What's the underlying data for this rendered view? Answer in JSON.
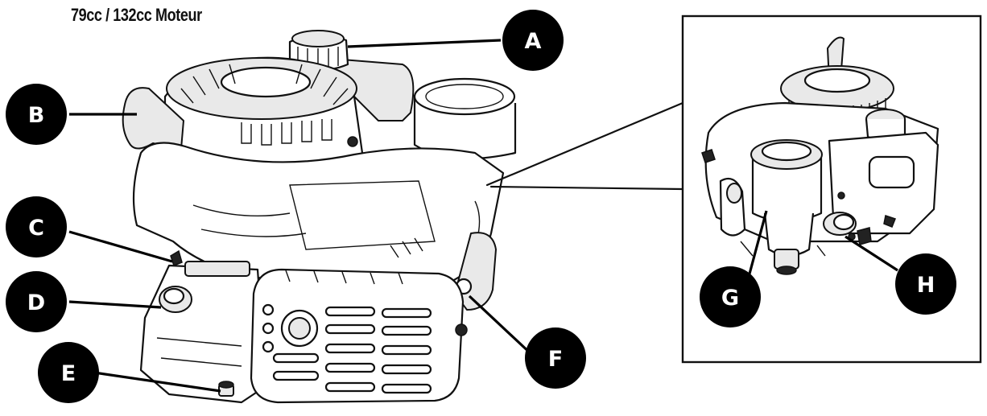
{
  "diagram": {
    "title": "79cc / 132cc Moteur",
    "callouts": [
      {
        "id": "a",
        "label": "A"
      },
      {
        "id": "b",
        "label": "B"
      },
      {
        "id": "c",
        "label": "C"
      },
      {
        "id": "d",
        "label": "D"
      },
      {
        "id": "e",
        "label": "E"
      },
      {
        "id": "f",
        "label": "F"
      },
      {
        "id": "g",
        "label": "G"
      },
      {
        "id": "h",
        "label": "H"
      }
    ]
  }
}
